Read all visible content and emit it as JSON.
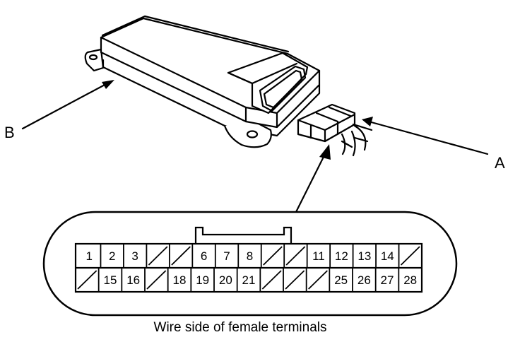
{
  "callouts": {
    "a": "A",
    "b": "B"
  },
  "caption": "Wire side of female terminals",
  "connector": {
    "top_row": [
      "1",
      "2",
      "3",
      "",
      "",
      "6",
      "7",
      "8",
      "",
      "",
      "11",
      "12",
      "13",
      "14",
      ""
    ],
    "bottom_row": [
      "",
      "15",
      "16",
      "",
      "18",
      "19",
      "20",
      "21",
      "",
      "",
      "",
      "25",
      "26",
      "27",
      "28"
    ]
  }
}
